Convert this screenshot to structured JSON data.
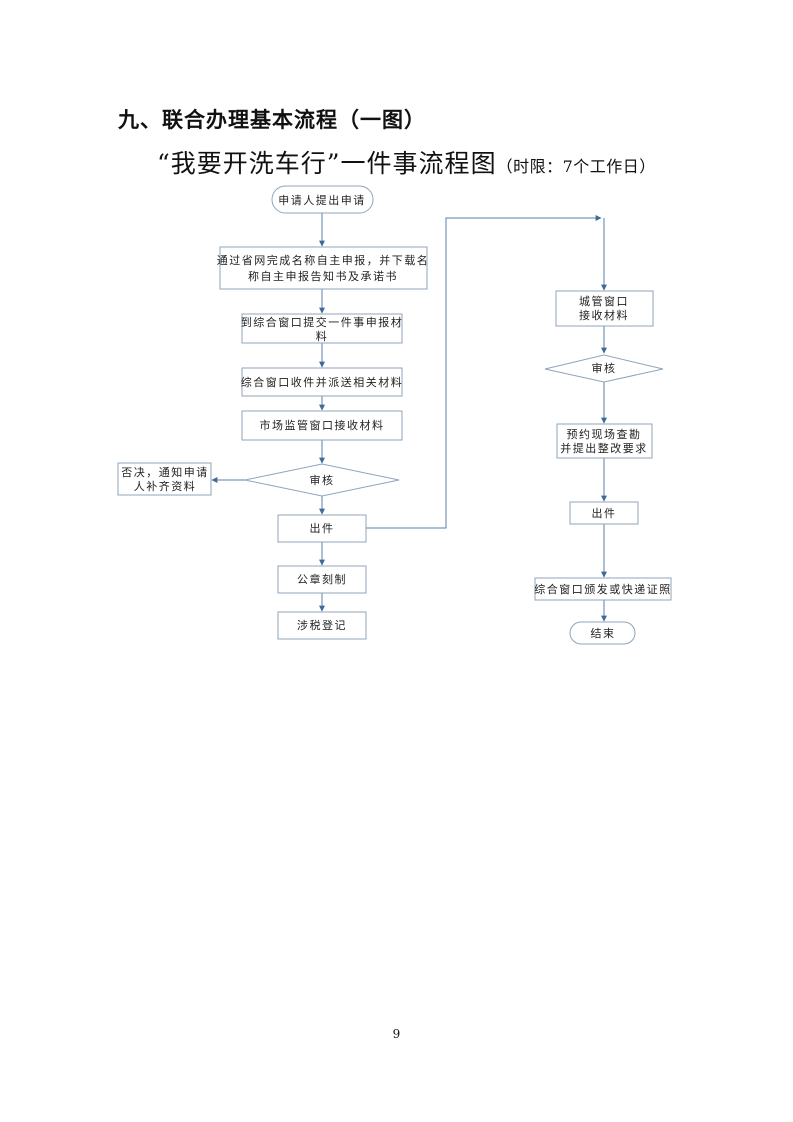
{
  "heading": "九、联合办理基本流程（一图）",
  "subtitle": {
    "main": "“我要开洗车行”一件事流程图",
    "note": "（时限：7个工作日）"
  },
  "flow": {
    "colors": {
      "line": "#5b7fa6",
      "box": "#8fa4ba",
      "arrow": "#3e6a99"
    },
    "left": {
      "start": "申请人提出申请",
      "step1": [
        "通过省网完成名称自主申报，并下载名",
        "称自主申报告知书及承诺书"
      ],
      "step2": [
        "到综合窗口提交一件事申报材",
        "料"
      ],
      "step3": "综合窗口收件并派送相关材料",
      "step4": "市场监管窗口接收材料",
      "review": "审核",
      "reject": [
        "否决，通知申请",
        "人补齐资料"
      ],
      "issue": "出件",
      "seal": "公章刻制",
      "tax": "涉税登记"
    },
    "right": {
      "receive": [
        "城管窗口",
        "接收材料"
      ],
      "review": "审核",
      "inspect": [
        "预约现场查勘",
        "并提出整改要求"
      ],
      "issue": "出件",
      "deliver": "综合窗口颁发或快递证照",
      "end": "结束"
    }
  },
  "page_number": "9"
}
